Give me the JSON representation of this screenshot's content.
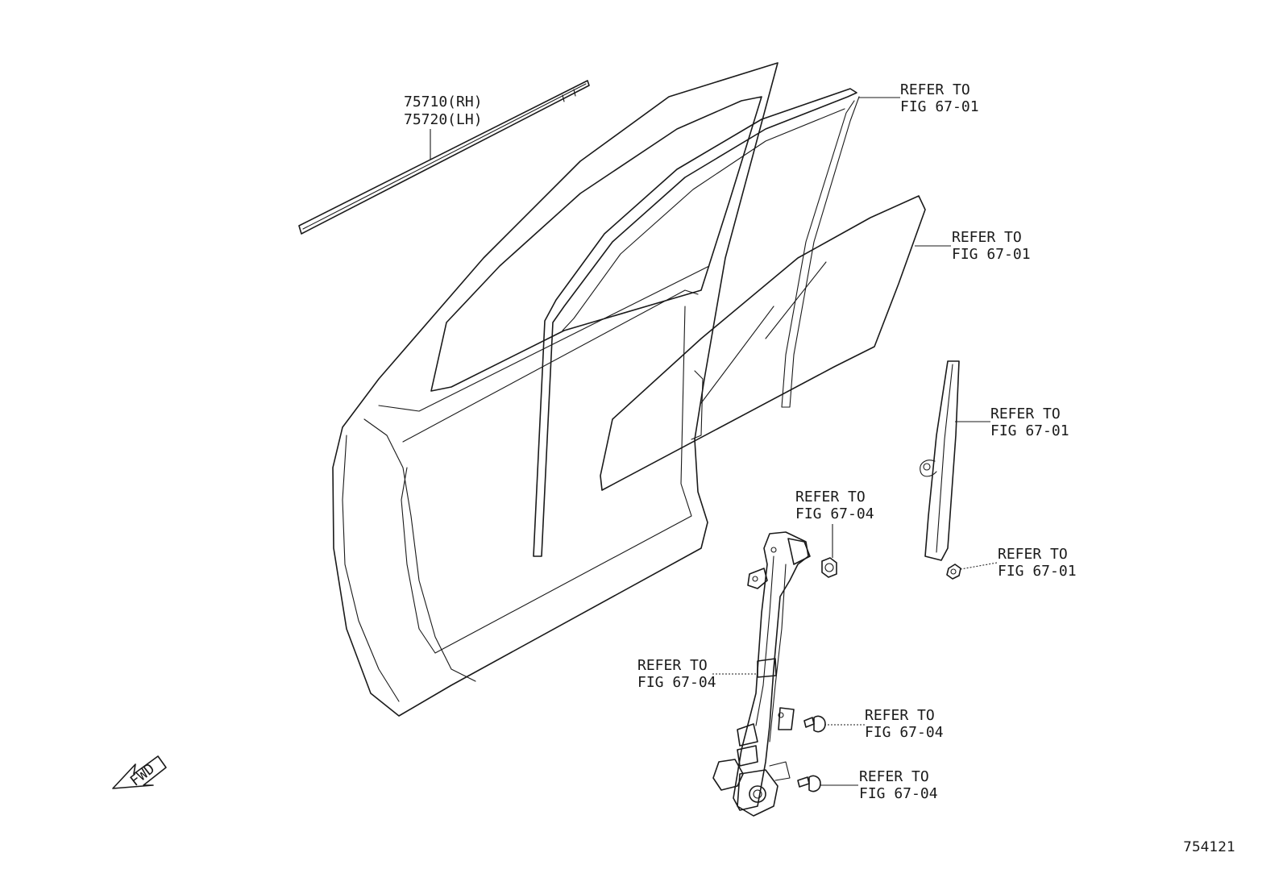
{
  "figure_id": "754121",
  "fwd_label": "FWD",
  "part_numbers": {
    "rh": "75710(RH)",
    "lh": "75720(LH)"
  },
  "refs": [
    {
      "line1": "REFER TO",
      "line2": "FIG 67-01"
    },
    {
      "line1": "REFER TO",
      "line2": "FIG 67-01"
    },
    {
      "line1": "REFER TO",
      "line2": "FIG 67-01"
    },
    {
      "line1": "REFER TO",
      "line2": "FIG 67-01"
    },
    {
      "line1": "REFER TO",
      "line2": "FIG 67-04"
    },
    {
      "line1": "REFER TO",
      "line2": "FIG 67-04"
    },
    {
      "line1": "REFER TO",
      "line2": "FIG 67-04"
    },
    {
      "line1": "REFER TO",
      "line2": "FIG 67-04"
    }
  ]
}
